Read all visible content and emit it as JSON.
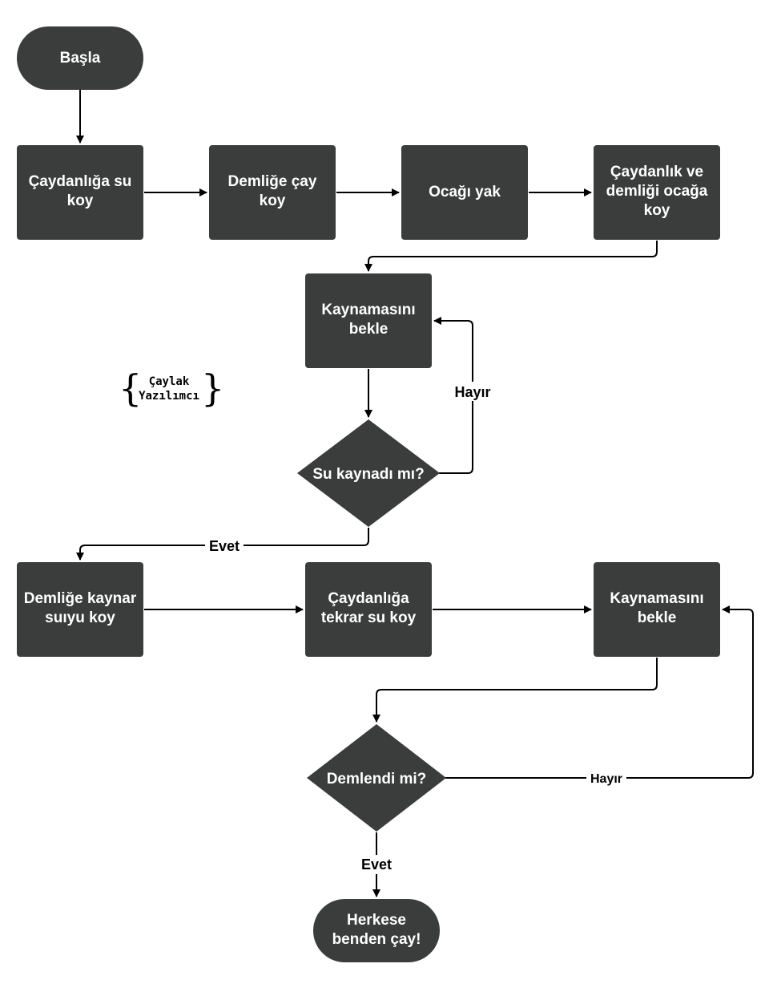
{
  "colors": {
    "node_fill": "#3a3d3c",
    "node_text": "#ffffff",
    "line": "#000000",
    "background": "#ffffff"
  },
  "logo": {
    "line1": "Çaylak",
    "line2": "Yazılımcı"
  },
  "nodes": {
    "start": {
      "label": [
        "Başla"
      ]
    },
    "fill_kettle": {
      "label": [
        "Çaydanlığa su",
        "koy"
      ]
    },
    "tea_in_pot": {
      "label": [
        "Demliğe çay",
        "koy"
      ]
    },
    "light_stove": {
      "label": [
        "Ocağı yak"
      ]
    },
    "put_on_stove": {
      "label": [
        "Çaydanlık ve",
        "demliği ocağa",
        "koy"
      ]
    },
    "wait_boil_1": {
      "label": [
        "Kaynamasını",
        "bekle"
      ]
    },
    "boiled_decision": {
      "label": [
        "Su kaynadı mı?"
      ]
    },
    "pour_water": {
      "label": [
        "Demliğe kaynar",
        "suıyu koy"
      ]
    },
    "refill_kettle": {
      "label": [
        "Çaydanlığa",
        "tekrar su koy"
      ]
    },
    "wait_boil_2": {
      "label": [
        "Kaynamasını",
        "bekle"
      ]
    },
    "brewed_decision": {
      "label": [
        "Demlendi mi?"
      ]
    },
    "end": {
      "label": [
        "Herkese",
        "benden çay!"
      ]
    }
  },
  "edge_labels": {
    "boiled_no": "Hayır",
    "boiled_yes": "Evet",
    "brewed_no": "Hayır",
    "brewed_yes": "Evet"
  }
}
